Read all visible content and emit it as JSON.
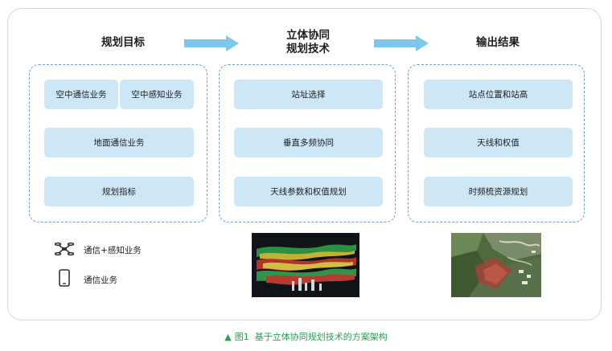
{
  "columns": [
    {
      "title": "规划目标"
    },
    {
      "title_line1": "立体协同",
      "title_line2": "规划技术"
    },
    {
      "title": "输出结果"
    }
  ],
  "planning_goals": {
    "box_air_comm": "空中通信业务",
    "box_air_sense": "空中感知业务",
    "box_ground_comm": "地面通信业务",
    "box_indicators": "规划指标"
  },
  "tech": {
    "box_site": "站址选择",
    "box_vertical": "垂直多频协同",
    "box_antenna": "天线参数和权值规划"
  },
  "results": {
    "box_position": "站点位置和站高",
    "box_antenna_weights": "天线和权值",
    "box_tf_resource": "时频梳资源规划"
  },
  "legend": {
    "drone_label": "通信+感知业务",
    "phone_label": "通信业务"
  },
  "caption": {
    "marker": "▲",
    "fig": "图1",
    "text": "基于立体协同规划技术的方案架构"
  },
  "colors": {
    "box_fill": "#cde7f7",
    "panel_border": "#6f9fd2",
    "arrow": "#7cc7ee",
    "caption": "#2aa055"
  },
  "icons": [
    "drone-icon",
    "phone-icon"
  ]
}
